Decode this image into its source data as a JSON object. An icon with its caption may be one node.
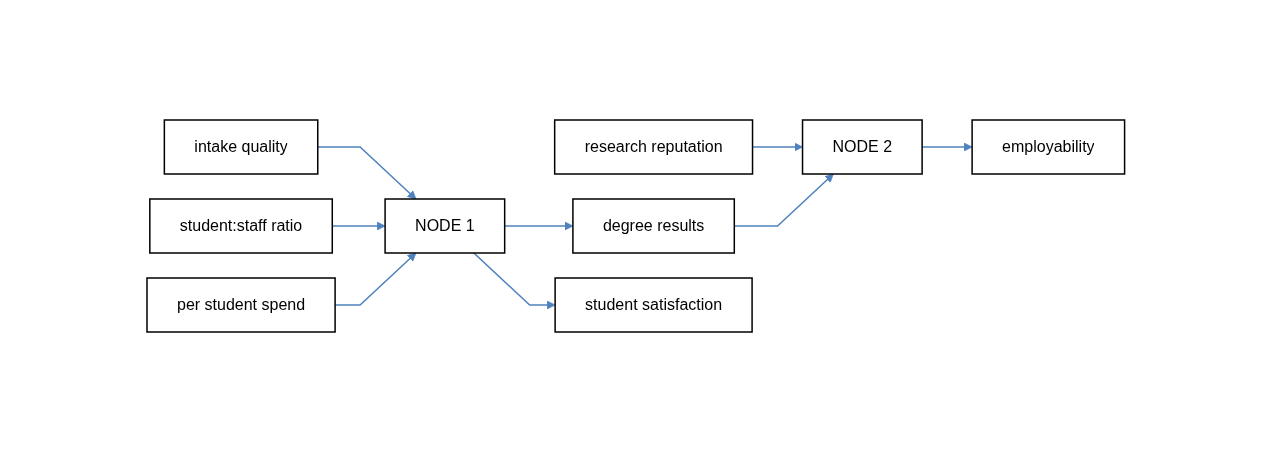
{
  "diagram": {
    "nodes": [
      {
        "text": [
          "research reputation"
        ]
      },
      {
        "text": [
          "intake quality"
        ]
      },
      {
        "text": [
          "student:staff ratio"
        ]
      },
      {
        "text": [
          "per student spend"
        ]
      },
      {
        "text": [
          "NODE 1"
        ]
      },
      {
        "text": [
          "degree results"
        ]
      },
      {
        "text": [
          "NODE 2"
        ]
      },
      {
        "text": [
          "employability"
        ]
      },
      {
        "text": [
          "student satisfaction"
        ]
      }
    ],
    "edges": [
      {
        "from": 0,
        "to": 6,
        "arrow": "to"
      },
      {
        "from": 1,
        "to": 4,
        "arrow": "to"
      },
      {
        "from": 2,
        "to": 4,
        "arrow": "to"
      },
      {
        "from": 3,
        "to": 4,
        "arrow": "to"
      },
      {
        "from": 4,
        "to": 5,
        "arrow": "to"
      },
      {
        "from": 5,
        "to": 6,
        "arrow": "to"
      },
      {
        "from": 6,
        "to": 7,
        "arrow": "to"
      },
      {
        "from": 4,
        "to": 8,
        "arrow": "to"
      }
    ]
  }
}
